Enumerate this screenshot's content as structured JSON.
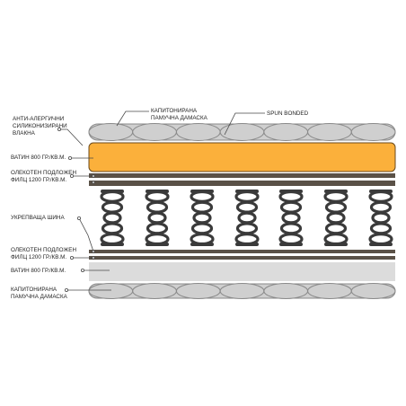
{
  "colors": {
    "background": "#ffffff",
    "quilt_fill": "#cfcfcf",
    "quilt_stroke": "#8a8a8a",
    "foam_fill": "#fbb03b",
    "foam_stroke": "#6b4a1e",
    "felt": "#5a5147",
    "spring": "#3a3a3a",
    "gray_layer": "#dcdcdc",
    "leader": "#4a4a4a"
  },
  "labels": {
    "quilted_top": "КАПИТОНИРАНА\nПАМУЧНА ДАМАСКА",
    "spun_bonded": "SPUN BONDED",
    "anti_allergic": "АНТИ-АЛЕРГИЧНИ\nСИЛИКОНИЗИРАНИ\nВЛАКНА",
    "batting_top": "ВАТИН 800 гр./кв.м.",
    "felt_top": "ОЛЕКОТЕН ПОДЛОЖЕН\nФИЛЦ 1200 гр./кв.м.",
    "rail": "УКРЕПВАЩА ШИНА",
    "felt_bottom": "ОЛЕКОТЕН ПОДЛОЖЕН\nФИЛЦ 1200 гр./кв.м.",
    "batting_bottom": "ВАТИН 800 гр./кв.м.",
    "quilted_bottom": "КАПИТОНИРАНА\nПАМУЧНА ДАМАСКА"
  },
  "icons": {
    "leader_dot": "leader-dot-icon",
    "spring": "coil-spring-icon"
  }
}
